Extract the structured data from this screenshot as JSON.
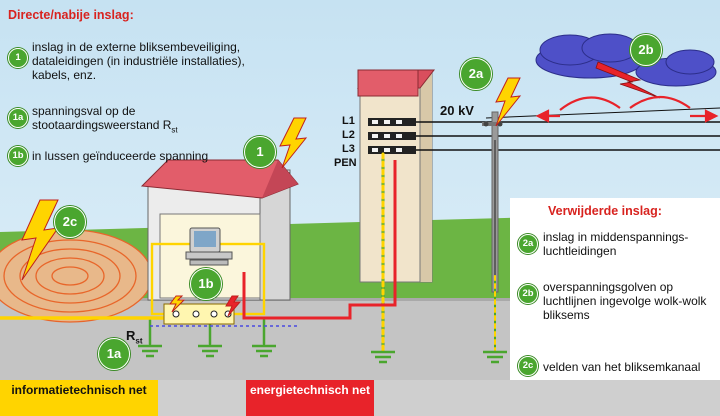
{
  "direct": {
    "title": "Directe/nabije inslag:",
    "items": [
      {
        "badge": "1",
        "text": "inslag in de externe bliksembeveiliging, dataleidingen (in industriële installaties), kabels, enz."
      },
      {
        "badge": "1a",
        "text": "spanningsval op de stootaardingsweerstand R",
        "sub": "st"
      },
      {
        "badge": "1b",
        "text": "in lussen geïnduceerde spanning"
      }
    ]
  },
  "remote": {
    "title": "Verwijderde inslag:",
    "items": [
      {
        "badge": "2a",
        "text": "inslag in middenspannings-luchtleidingen"
      },
      {
        "badge": "2b",
        "text": "overspanningsgolven op luchtlijnen ingevolge wolk-wolk bliksems"
      },
      {
        "badge": "2c",
        "text": "velden van het bliksemkanaal"
      }
    ]
  },
  "scene_badges": [
    "1",
    "1a",
    "1b",
    "2a",
    "2b",
    "2c"
  ],
  "wires": {
    "l1": "L1",
    "l2": "L2",
    "l3": "L3",
    "pen": "PEN",
    "voltage": "20 kV"
  },
  "resistor": {
    "label": "R",
    "sub": "st"
  },
  "nets": {
    "info": "informatietechnisch net",
    "energy": "energietechnisch net"
  },
  "colors": {
    "badge": "#4aa62f",
    "title": "#d8231f",
    "sky": "#c9e6f5",
    "grass": "#6cb544",
    "info_net": "#ffd400",
    "energy_net": "#e8232a",
    "lightning": "#ffd400"
  },
  "icons": [
    "lightning-icon",
    "cloud-icon",
    "computer-icon",
    "house-icon",
    "pole-icon",
    "substation-icon",
    "ground-icon"
  ]
}
